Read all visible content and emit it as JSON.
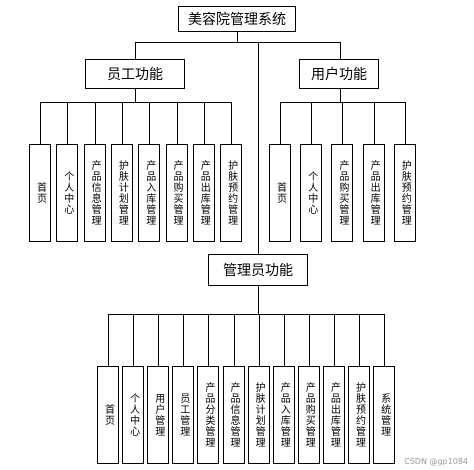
{
  "root": {
    "label": "美容院管理系统"
  },
  "employee": {
    "label": "员工功能",
    "items": [
      "首页",
      "个人中心",
      "产品信息管理",
      "护肤计划管理",
      "产品入库管理",
      "产品购买管理",
      "产品出库管理",
      "护肤预约管理"
    ]
  },
  "user": {
    "label": "用户功能",
    "items": [
      "首页",
      "个人中心",
      "产品购买管理",
      "产品出库管理",
      "护肤预约管理"
    ]
  },
  "admin": {
    "label": "管理员功能",
    "items": [
      "首页",
      "个人中心",
      "用户管理",
      "员工管理",
      "产品分类管理",
      "产品信息管理",
      "护肤计划管理",
      "产品入库管理",
      "产品购买管理",
      "产品出库管理",
      "护肤预约管理",
      "系统管理"
    ]
  },
  "watermark": "CSDN @gp1084"
}
